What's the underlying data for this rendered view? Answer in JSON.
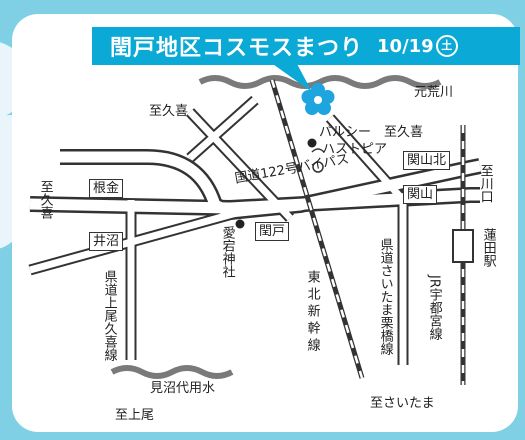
{
  "title": "閏戸地区コスモスまつり",
  "date": "10/19",
  "weekday_badge": "土",
  "colors": {
    "background": "#7fd0e4",
    "banner": "#0aa9d6",
    "map_bg": "#ffffff",
    "road_fill": "#ffffff",
    "road_edge": "#333333",
    "river": "#7a7a7a",
    "flower": "#1ea5e0",
    "decoration": "#e9f5fb"
  },
  "icons": [
    "cosmos-flower-icon",
    "location-dot-icon",
    "railway-track"
  ],
  "labels": {
    "river_top": "元荒川",
    "river_bottom": "見沼代用水",
    "dir_kuki_top": "至久喜",
    "dir_kuki_right": "至久喜",
    "dir_kuki_left": "至久喜",
    "dir_kawaguchi": "至川口",
    "dir_saitama": "至さいたま",
    "dir_kamio": "至上尾",
    "venue_line1": "パルシー",
    "venue_line2": "ハストピア",
    "bypass": "国道122号バイパス",
    "shinkansen": "東北新幹線",
    "pref_road_left": "県道上尾久喜線",
    "pref_road_right": "県道さいたま栗橋線",
    "jr_line": "JR宇都宮線",
    "hasuda_station": "蓮田駅",
    "atago_shrine": "愛宕神社"
  },
  "intersections": {
    "negane": "根金",
    "inuma": "井沼",
    "uruido": "閏戸",
    "sekiyama_kita": "関山北",
    "sekiyama": "関山"
  }
}
